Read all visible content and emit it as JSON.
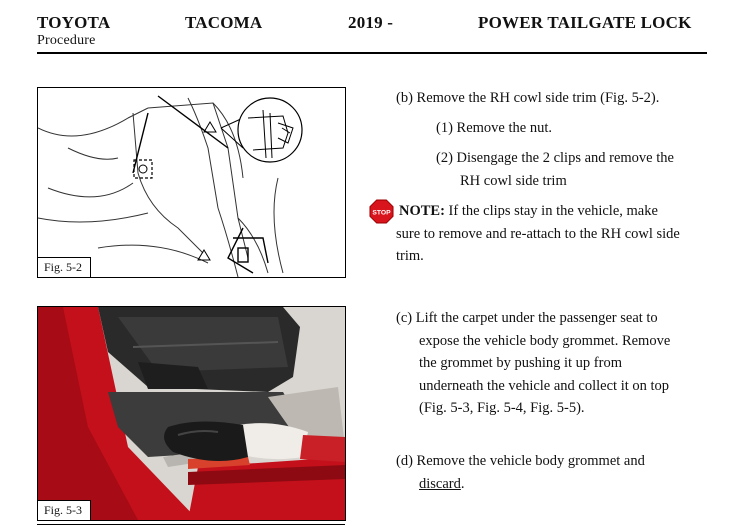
{
  "header": {
    "brand": "TOYOTA",
    "model": "TACOMA",
    "year": "2019 -",
    "title": "POWER TAILGATE LOCK",
    "subtitle": "Procedure"
  },
  "figures": {
    "fig1": {
      "label": "Fig. 5-2"
    },
    "fig2": {
      "label": "Fig. 5-3"
    }
  },
  "steps": {
    "b": {
      "text": "(b) Remove the RH cowl side trim (Fig. 5-2).",
      "sub1": "(1) Remove the nut.",
      "sub2_line1": "(2) Disengage the 2 clips and remove the",
      "sub2_line2": "RH cowl side trim"
    },
    "note": {
      "icon_text": "STOP",
      "label": "NOTE:",
      "line1": " If the clips stay in the vehicle, make",
      "line2": "sure to remove and re-attach to the RH cowl side",
      "line3": "trim."
    },
    "c": {
      "line1": "(c) Lift the carpet under the passenger seat to",
      "line2": "expose the vehicle body grommet. Remove",
      "line3": "the grommet by pushing it up from",
      "line4": "underneath the vehicle and collect it on top",
      "line5": "(Fig. 5-3, Fig. 5-4, Fig. 5-5)."
    },
    "d": {
      "line1": "(d) Remove the vehicle body grommet and",
      "line2": "discard",
      "line2_end": "."
    }
  },
  "colors": {
    "stop_red": "#d8141c",
    "car_red": "#c4101b",
    "seat_dark": "#2a2a2a",
    "glove": "#1a1a1a"
  }
}
